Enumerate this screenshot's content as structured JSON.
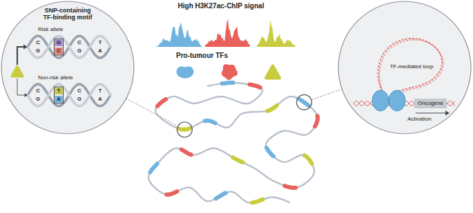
{
  "diagram": {
    "nodes": [
      {
        "text": [
          "SNP-containing TF-binding motif",
          "Risk allele",
          "Non-risk allele"
        ]
      },
      {
        "text": [
          "TF-mediated loop",
          "Activation"
        ]
      },
      {
        "text": [
          "Oncogene"
        ],
        "in": 1
      }
    ],
    "labels": [
      "High H3K27ac-ChIP signal",
      "Pro-tumour TFs",
      "C",
      "G",
      "G",
      "C",
      "C",
      "G",
      "T",
      "A",
      "C",
      "G",
      "T",
      "A",
      "C",
      "G",
      "T",
      "A"
    ]
  }
}
